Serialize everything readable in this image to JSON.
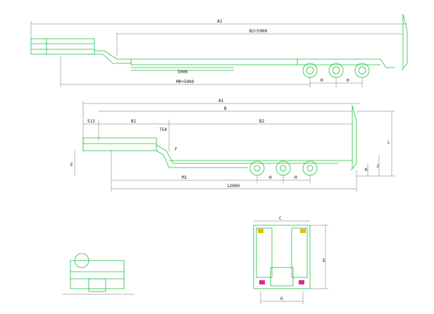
{
  "colors": {
    "outline": "#1fbf3a",
    "dimension": "#222222",
    "background": "#ffffff",
    "accent_yellow": "#f2b705",
    "accent_magenta": "#d12a9b"
  },
  "top_view": {
    "overall": "A2",
    "platform": "B2+5000",
    "deck": "5000",
    "wheelbase": "MR+5000",
    "axle_spacing_1": "H",
    "axle_spacing_2": "H"
  },
  "side_view": {
    "overall": "A1",
    "body": "B",
    "front_overhang": "513",
    "gooseneck": "B1",
    "step": "754",
    "main_deck": "B2",
    "neck_height": "F",
    "wheelbase": "M1",
    "axle_spacing_1": "H",
    "axle_spacing_2": "H",
    "span": "12000",
    "total_height": "L",
    "deck_height": "J",
    "ramp_height": "K",
    "front_height": "E"
  },
  "rear_view": {
    "top_width": "C",
    "height": "E",
    "bottom_width": "G"
  }
}
